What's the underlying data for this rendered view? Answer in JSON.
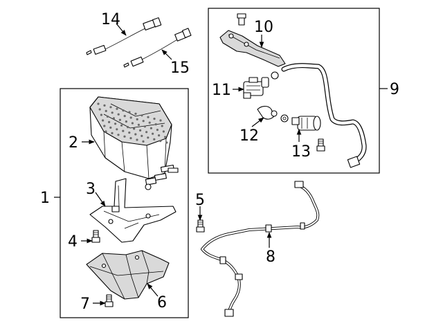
{
  "diagram": {
    "callouts": [
      {
        "id": "1",
        "label": "1"
      },
      {
        "id": "2",
        "label": "2"
      },
      {
        "id": "3",
        "label": "3"
      },
      {
        "id": "4",
        "label": "4"
      },
      {
        "id": "5",
        "label": "5"
      },
      {
        "id": "6",
        "label": "6"
      },
      {
        "id": "7",
        "label": "7"
      },
      {
        "id": "8",
        "label": "8"
      },
      {
        "id": "9",
        "label": "9"
      },
      {
        "id": "10",
        "label": "10"
      },
      {
        "id": "11",
        "label": "11"
      },
      {
        "id": "12",
        "label": "12"
      },
      {
        "id": "13",
        "label": "13"
      },
      {
        "id": "14",
        "label": "14"
      },
      {
        "id": "15",
        "label": "15"
      }
    ]
  },
  "colors": {
    "line": "#000000",
    "background": "#ffffff",
    "shade": "#d9d9d9"
  }
}
